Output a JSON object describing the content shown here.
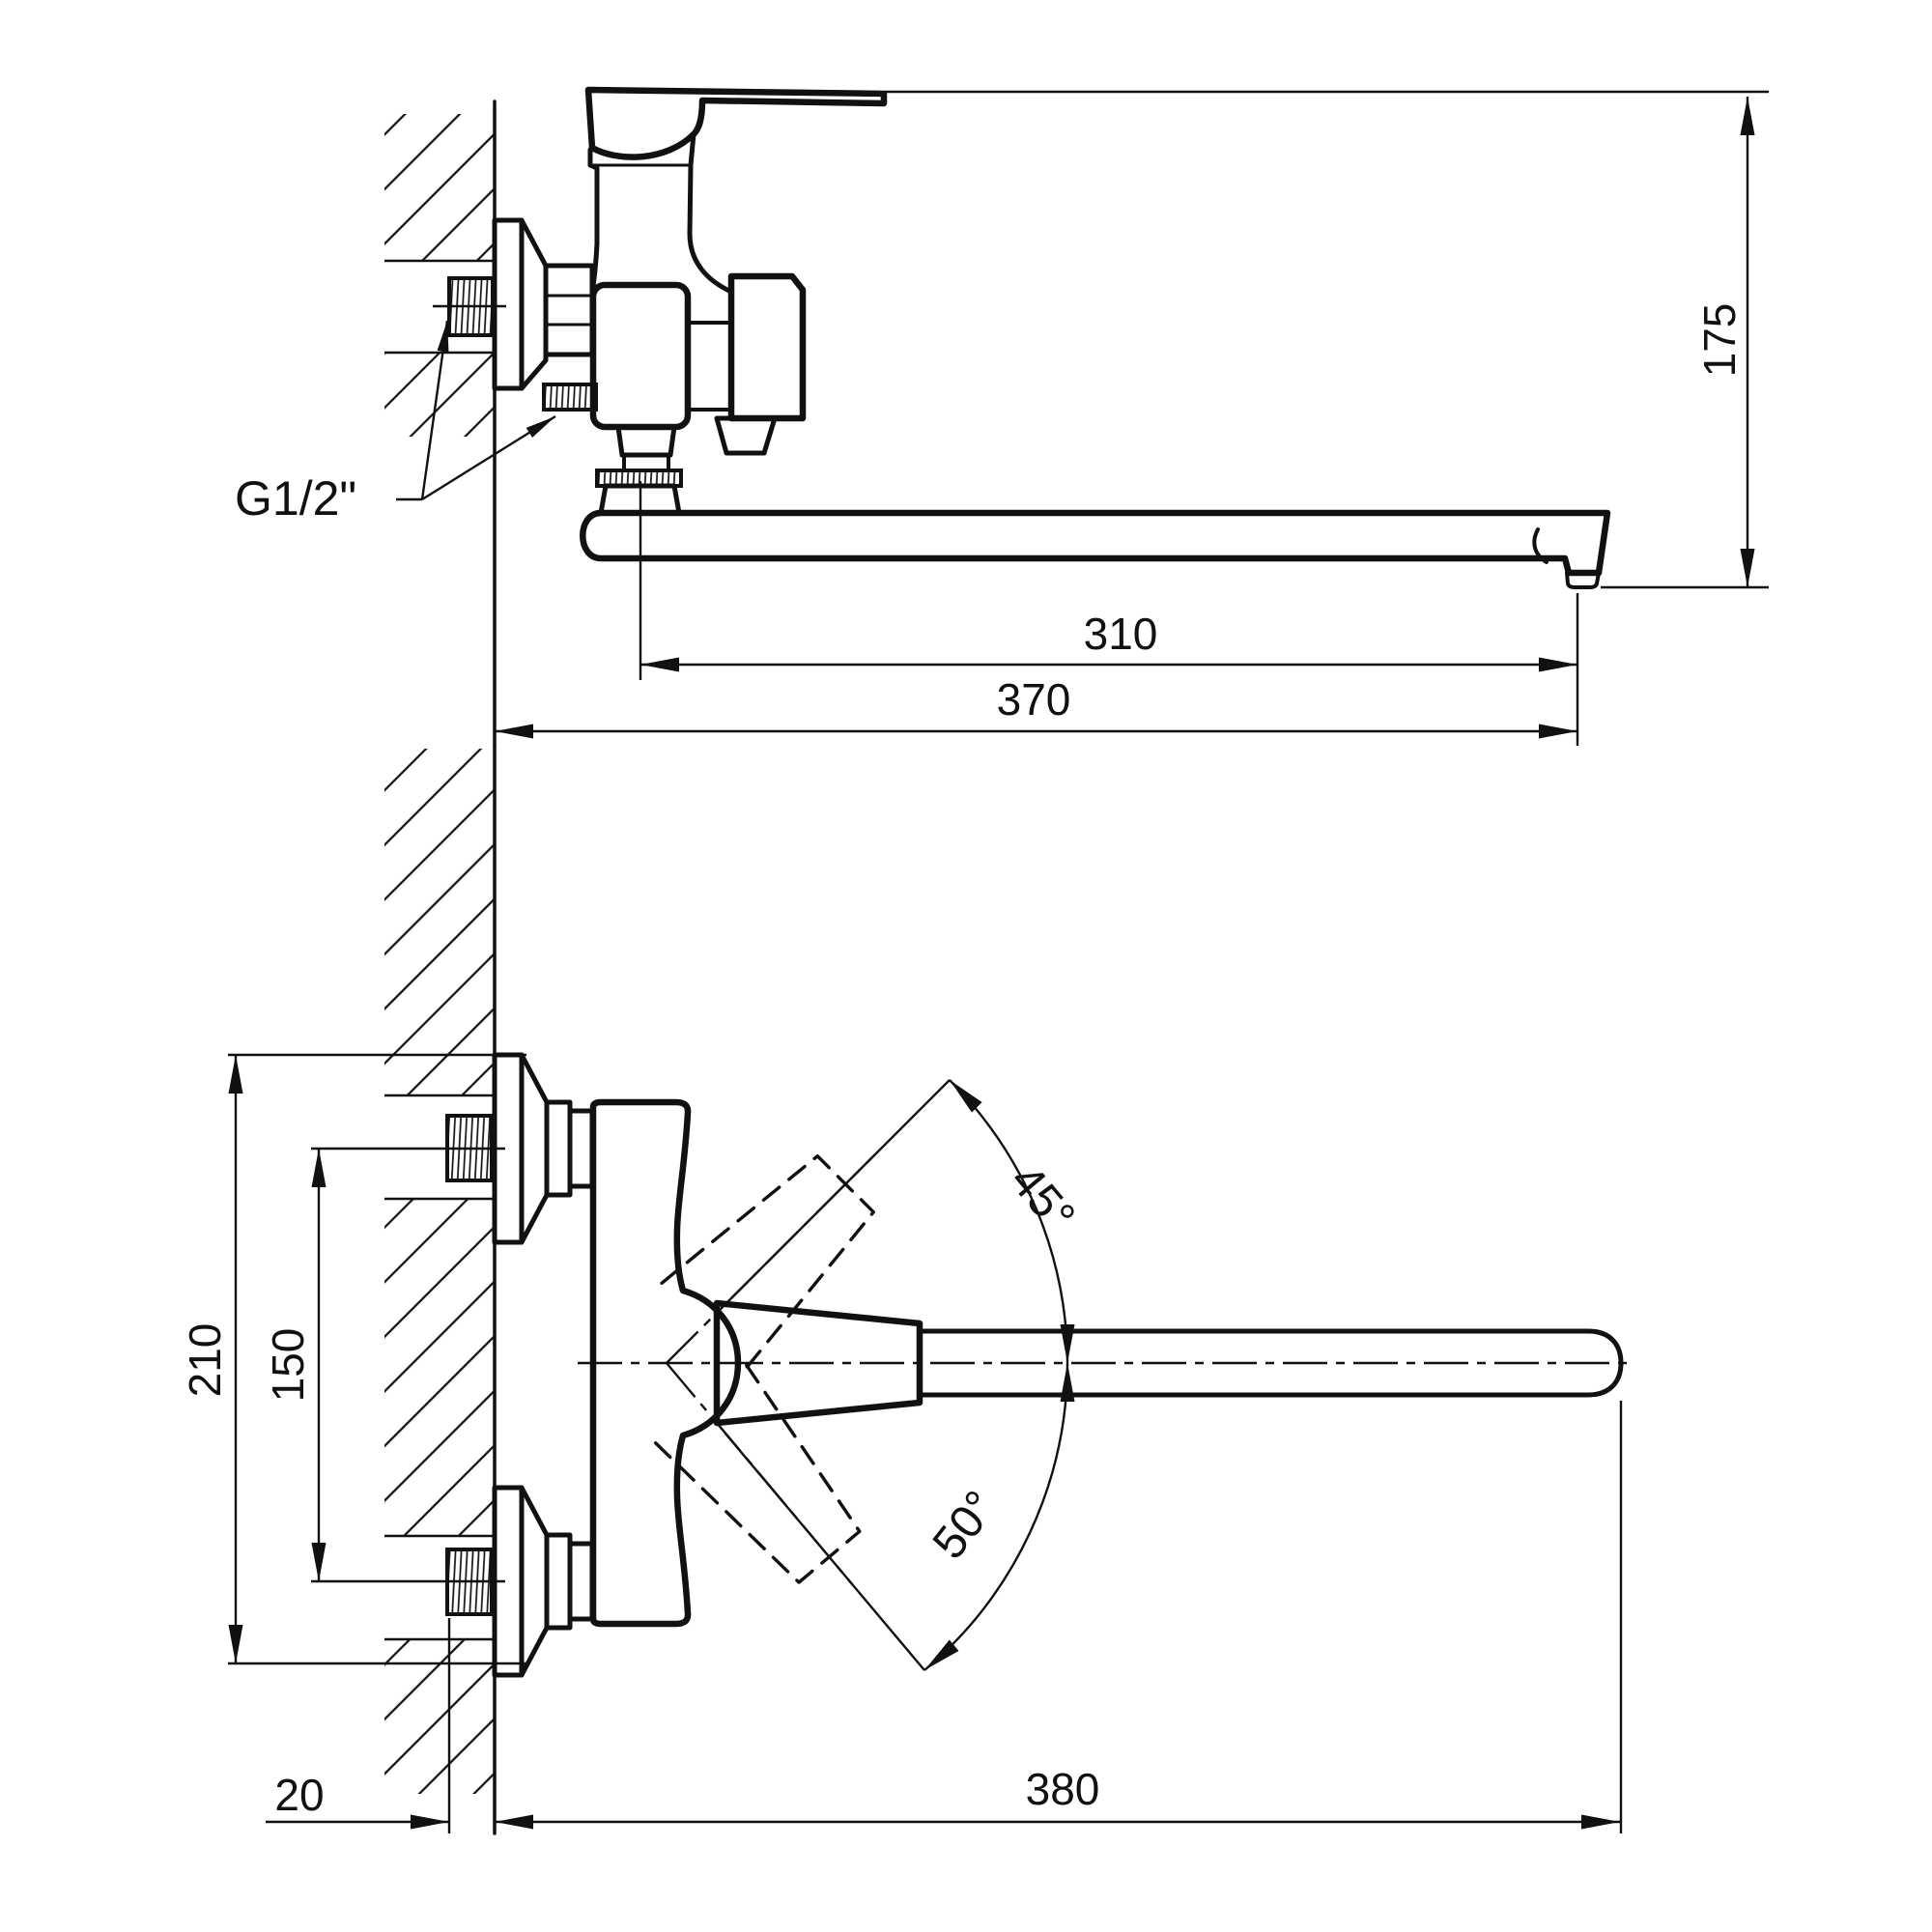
{
  "page": {
    "background": "#ffffff",
    "ink": "#111111"
  },
  "side_view": {
    "dim_height": "175",
    "dim_spout_reach": "310",
    "dim_total_reach": "370",
    "thread_label": "G1/2\""
  },
  "front_view": {
    "dim_mount_height": "210",
    "dim_pipe_spacing": "150",
    "dim_wall_offset": "20",
    "dim_total_length": "380",
    "angle_handle_up": "45°",
    "angle_handle_down": "50°"
  }
}
